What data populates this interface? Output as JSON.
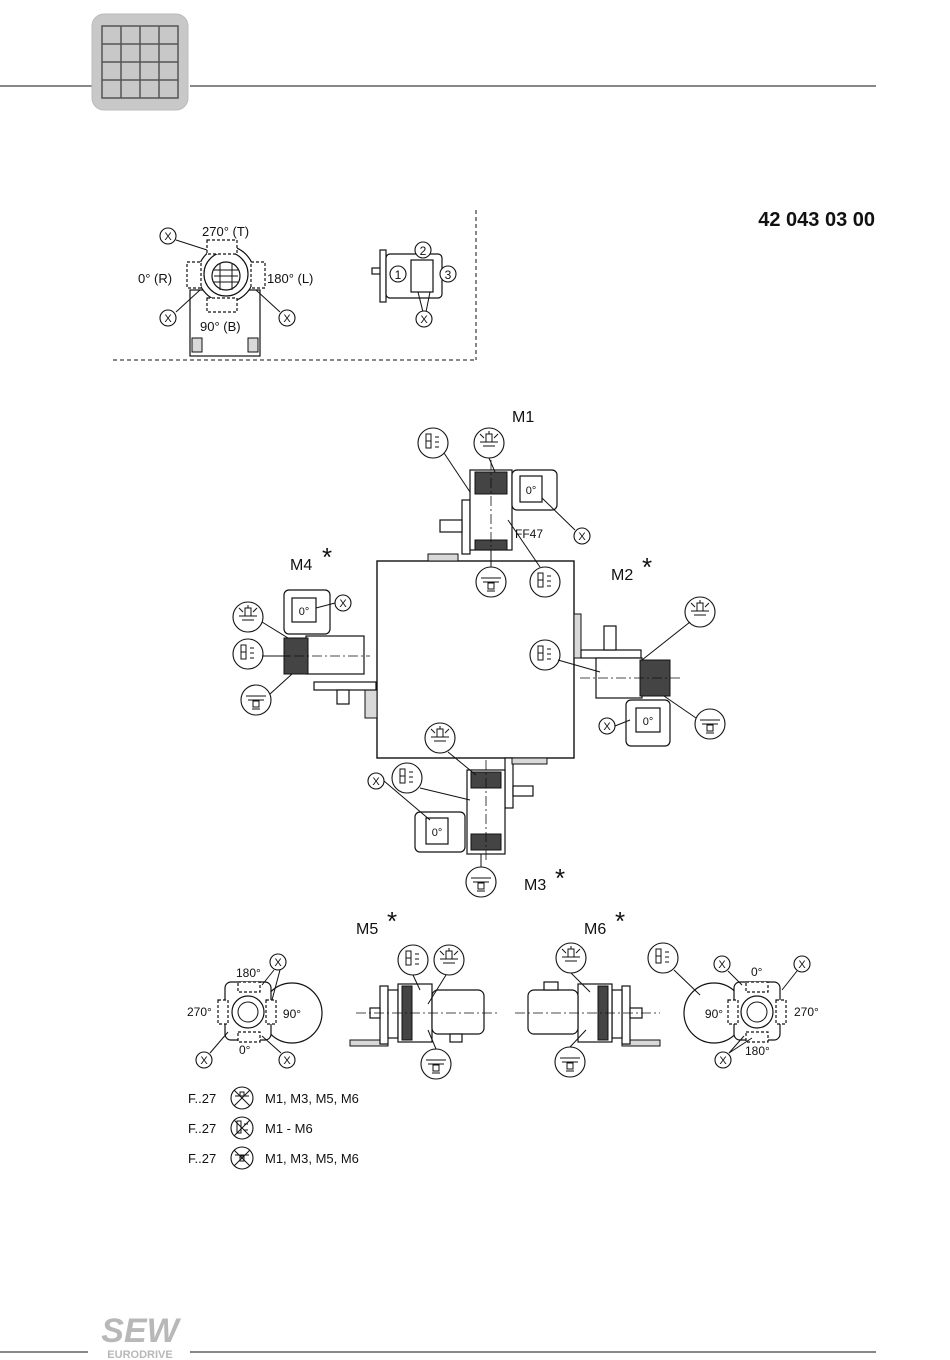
{
  "document": {
    "number": "42 043 03 00"
  },
  "legend_positions": {
    "angle_top": "270° (T)",
    "angle_left": "0° (R)",
    "angle_right": "180° (L)",
    "angle_bottom": "90° (B)",
    "x_marker": "X",
    "side_1": "1",
    "side_2": "2",
    "side_3": "3"
  },
  "positions": {
    "m1": "M1",
    "m2": "M2",
    "m3": "M3",
    "m4": "M4",
    "m5": "M5",
    "m6": "M6",
    "asterisk": "*",
    "model": "FF47",
    "terminal_box": "0°"
  },
  "end_views": {
    "left": {
      "top": "180°",
      "left": "270°",
      "bottom": "0°",
      "inner": "90°"
    },
    "right": {
      "top": "0°",
      "right": "270°",
      "bottom": "180°",
      "inner": "90°"
    }
  },
  "notes": [
    {
      "model": "F..27",
      "positions": "M1, M3, M5, M6"
    },
    {
      "model": "F..27",
      "positions": "M1 - M6"
    },
    {
      "model": "F..27",
      "positions": "M1, M3, M5, M6"
    }
  ],
  "footer": {
    "brand": "SEW",
    "sub": "EURODRIVE"
  }
}
